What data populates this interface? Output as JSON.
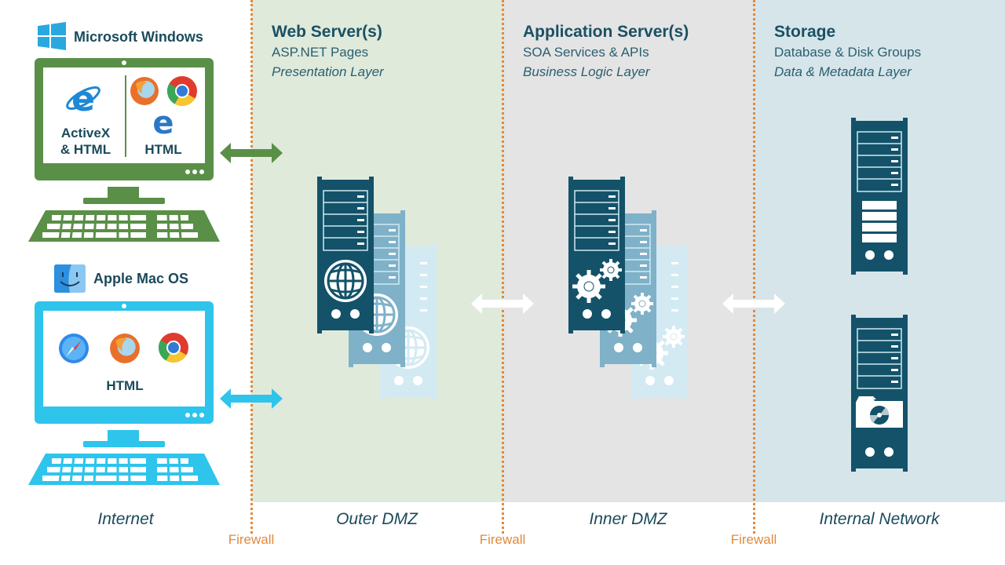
{
  "clients": [
    {
      "os": "Microsoft Windows",
      "os_icon": "windows-logo-icon",
      "color": "#5a8f47",
      "left_panel": {
        "browsers": [
          "internet-explorer-icon"
        ],
        "label": "ActiveX & HTML",
        "label_lines": [
          "ActiveX",
          "& HTML"
        ]
      },
      "right_panel": {
        "browsers": [
          "firefox-icon",
          "chrome-icon",
          "edge-icon"
        ],
        "label": "HTML"
      }
    },
    {
      "os": "Apple Mac OS",
      "os_icon": "finder-icon",
      "color": "#2ec4ec",
      "browsers": [
        "safari-icon",
        "firefox-icon",
        "chrome-icon"
      ],
      "label": "HTML"
    }
  ],
  "tiers": [
    {
      "title": "Web Server(s)",
      "subtitle": "ASP.NET Pages",
      "layer": "Presentation Layer",
      "zone": "Outer DMZ",
      "server_icon": "globe-icon",
      "bg": "#dfeadb"
    },
    {
      "title": "Application Server(s)",
      "subtitle": "SOA Services & APIs",
      "layer": "Business Logic Layer",
      "zone": "Inner DMZ",
      "server_icon": "gears-icon",
      "bg": "#e4e4e4"
    },
    {
      "title": "Storage",
      "subtitle": "Database & Disk Groups",
      "layer": "Data & Metadata Layer",
      "zone": "Internal Network",
      "server_icon": "disk-icon",
      "bg": "#d6e5ea"
    }
  ],
  "zones": {
    "internet": "Internet"
  },
  "firewalls": [
    "Firewall",
    "Firewall",
    "Firewall"
  ],
  "colors": {
    "server_dark": "#135269",
    "firewall": "#e08a3c",
    "title_text": "#1b5063"
  }
}
